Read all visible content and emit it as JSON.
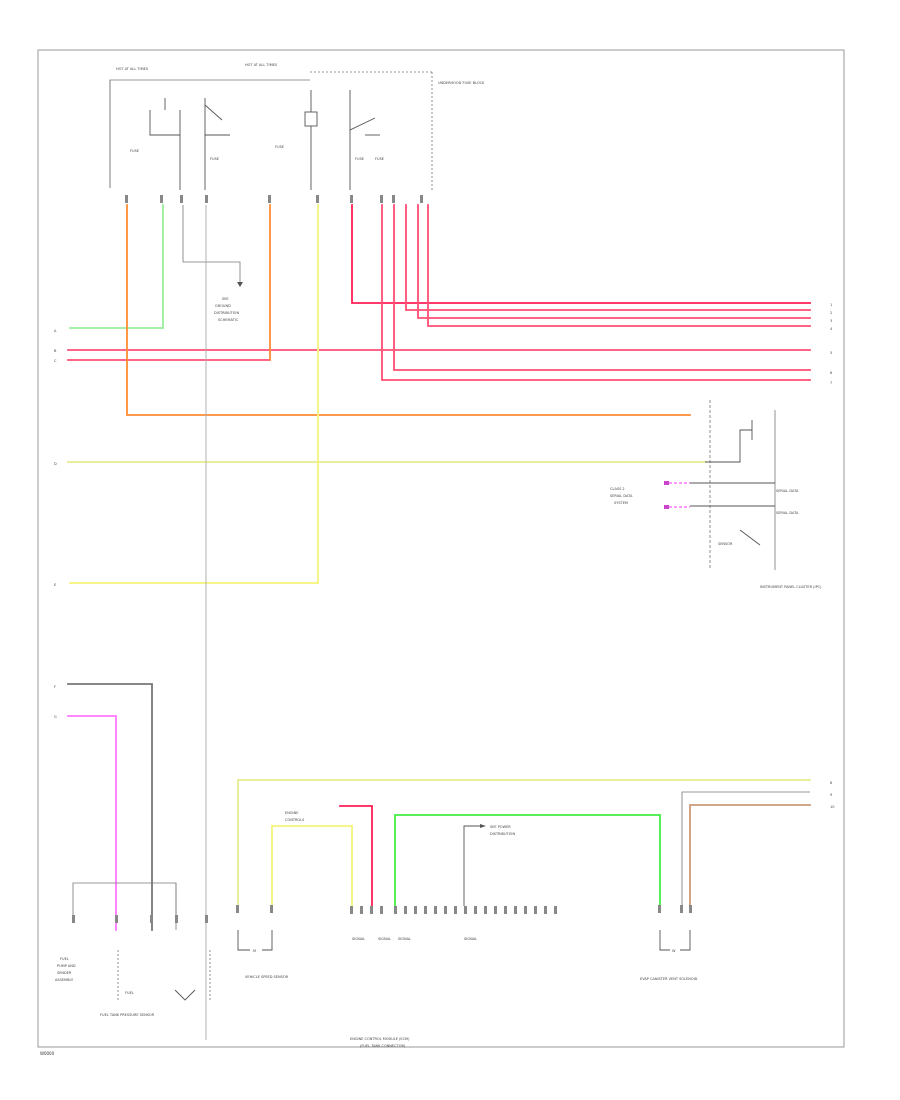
{
  "diagram": {
    "footer_code": "W0000",
    "top_labels": {
      "hot_at_all_times_1": "HOT AT ALL TIMES",
      "hot_at_all_times_2": "HOT AT ALL TIMES",
      "box": "UNDERHOOD FUSE BLOCK"
    },
    "bottom_labels": {
      "fuel_tank_module": "FUEL TANK PRESSURE SENSOR",
      "ecm": "ENGINE CONTROL MODULE (ECM)",
      "ecm_sub": "(FUEL TANK CONNECTOR)",
      "vehicle_speed": "VEHICLE SPEED SENSOR",
      "evap_canister": "EVAP CANISTER VENT SOLENOID",
      "instrument_cluster": "INSTRUMENT PANEL CLUSTER (IPC)"
    },
    "legend": {
      "pink": "#ff4f74",
      "red": "#ff1f56",
      "orange": "#ff8c33",
      "yellow": "#f4f47a",
      "green": "#44ee44",
      "gray": "#777777",
      "violet": "#ff77ff",
      "tan": "#cc9977"
    }
  }
}
